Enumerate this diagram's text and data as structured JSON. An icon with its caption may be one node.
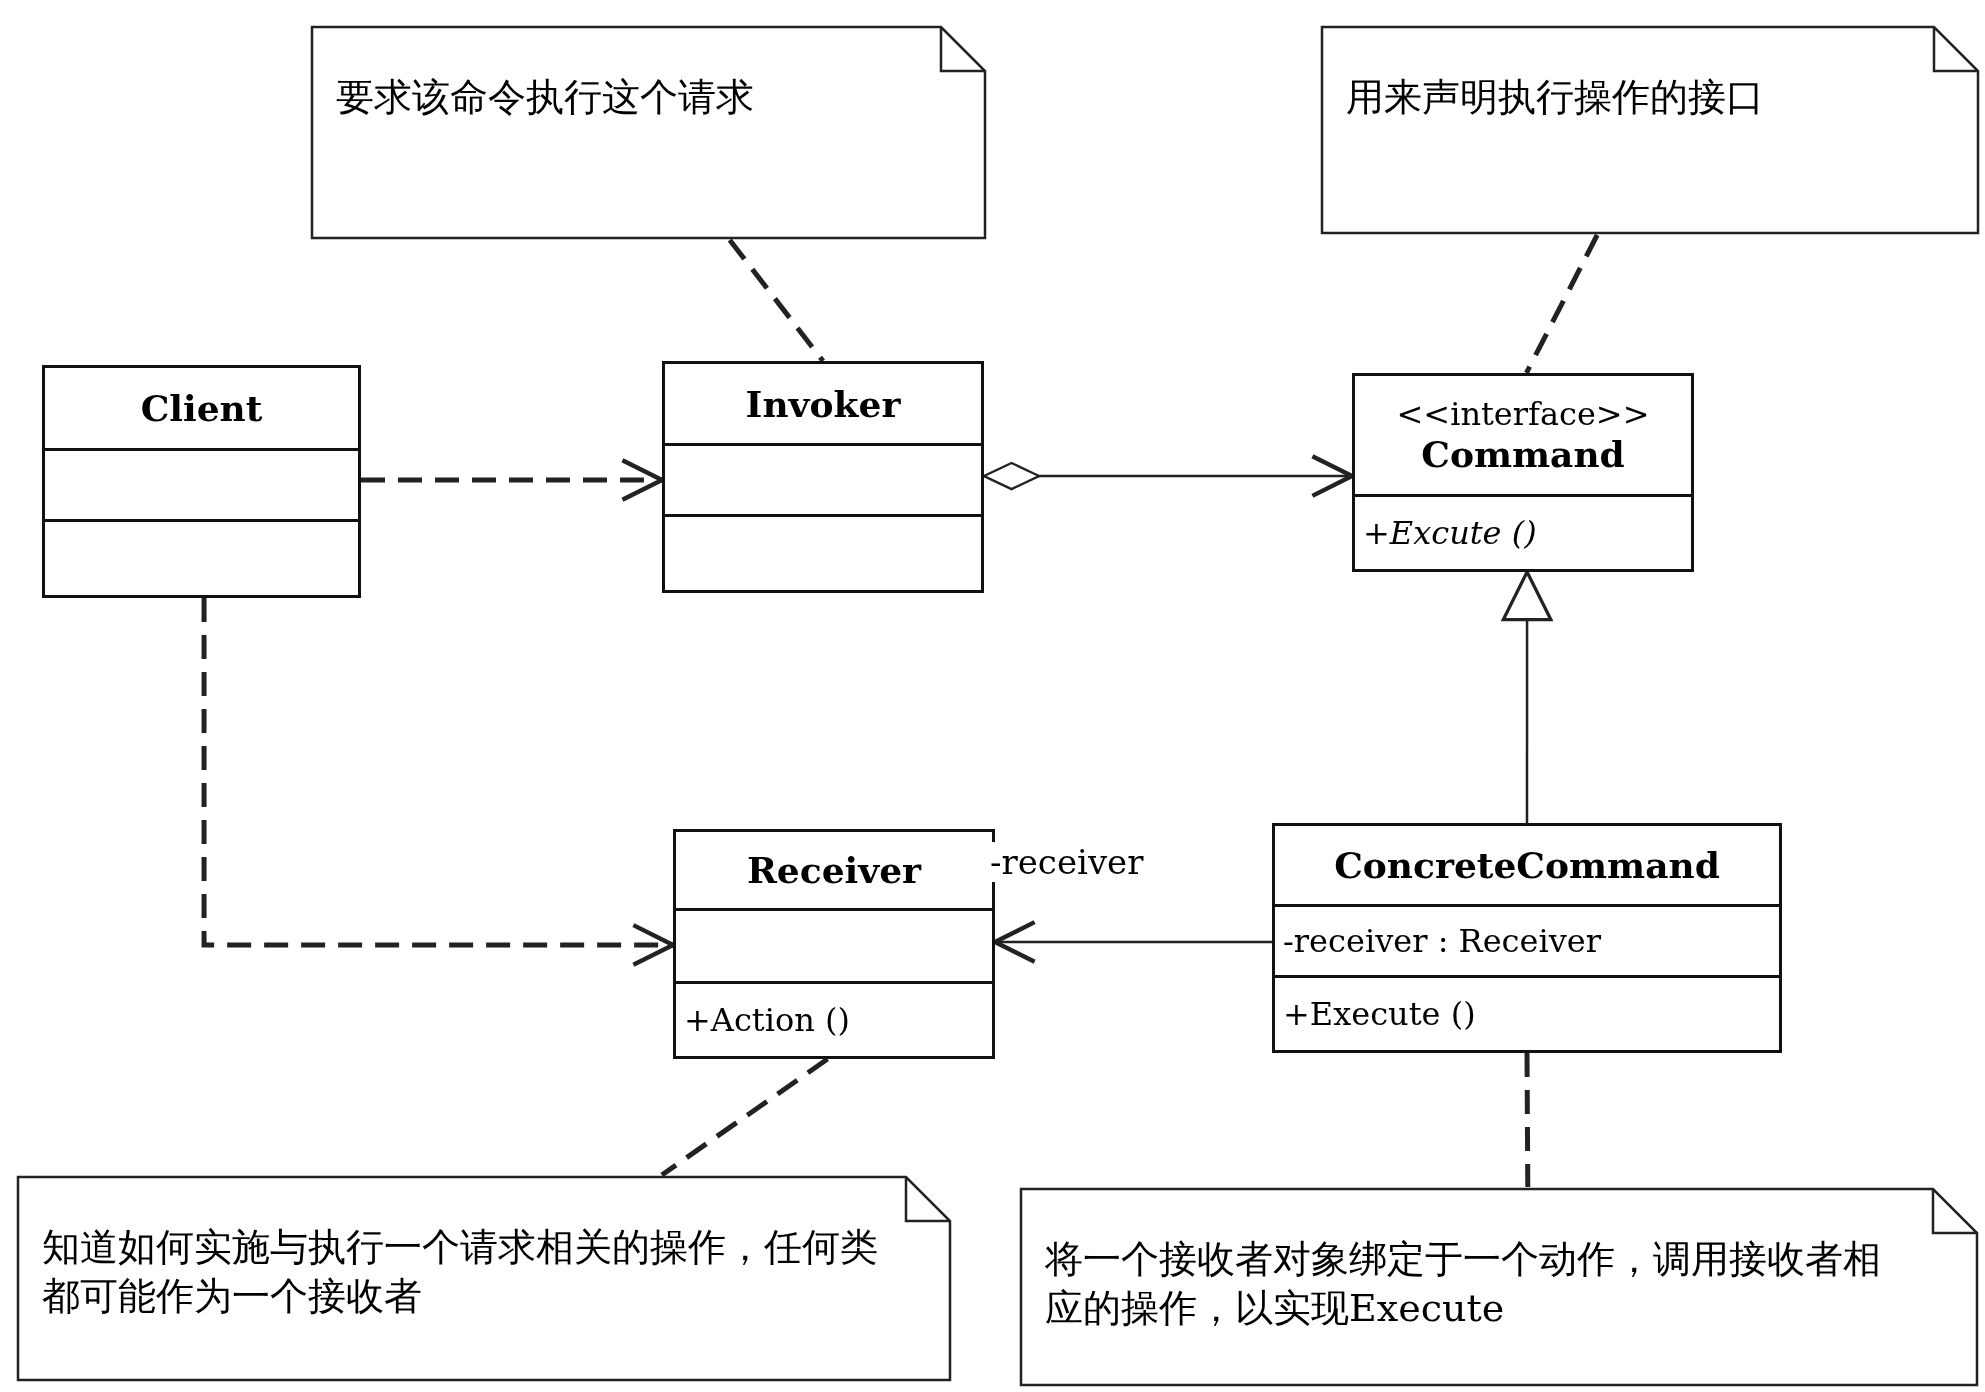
{
  "diagram": {
    "nodes": [
      {
        "text": [
          "要求该命令执行这个请求"
        ]
      },
      {
        "text": [
          "用来声明执行操作的接口"
        ]
      },
      {
        "text": [
          "Client"
        ]
      },
      {
        "text": [
          "Invoker"
        ]
      },
      {
        "text": [
          "<<interface>>",
          "Command",
          "+Excute ()"
        ]
      },
      {
        "text": [
          "Receiver",
          "+Action ()"
        ]
      },
      {
        "text": [
          "ConcreteCommand",
          "-receiver : Receiver",
          "+Execute ()"
        ]
      },
      {
        "text": [
          "知道如何实施与执行一个请求相关的操作，任何类都可能作为一个接收者"
        ]
      },
      {
        "text": [
          "将一个接收者对象绑定于一个动作，调用接收者相应的操作，以实现Execute"
        ]
      }
    ],
    "edges": [
      {
        "from": 0,
        "to": 3,
        "arrow": "none",
        "style": "dashed"
      },
      {
        "from": 1,
        "to": 4,
        "arrow": "none",
        "style": "dashed"
      },
      {
        "from": 2,
        "to": 3,
        "arrow": "to",
        "style": "dashed"
      },
      {
        "from": 3,
        "to": 4,
        "arrow": "to"
      },
      {
        "from": 6,
        "to": 4,
        "arrow": "to"
      },
      {
        "from": 6,
        "to": 5,
        "arrow": "to",
        "label": "-receiver"
      },
      {
        "from": 2,
        "to": 5,
        "arrow": "to",
        "style": "dashed"
      },
      {
        "from": 5,
        "to": 7,
        "arrow": "none",
        "style": "dashed"
      },
      {
        "from": 6,
        "to": 8,
        "arrow": "none",
        "style": "dashed"
      }
    ]
  }
}
